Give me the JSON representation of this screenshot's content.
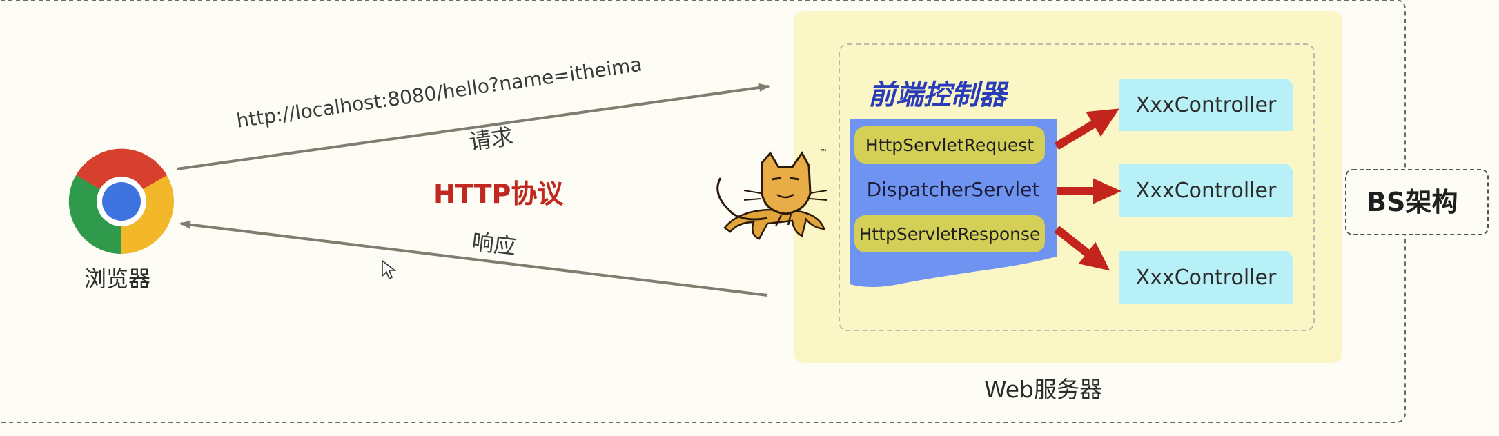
{
  "browser": {
    "label": "浏览器",
    "icon": "chrome-icon"
  },
  "request": {
    "url": "http://localhost:8080/hello?name=itheima",
    "label": "请求"
  },
  "response": {
    "label": "响应"
  },
  "protocol": {
    "label": "HTTP协议",
    "color": "#c0291f"
  },
  "server": {
    "label": "Web服务器",
    "icon": "tomcat-icon",
    "front_controller": {
      "title": "前端控制器",
      "title_color": "#2a3db8",
      "request_label": "HttpServletRequest",
      "dispatcher_label": "DispatcherServlet",
      "response_label": "HttpServletResponse"
    },
    "controllers": [
      {
        "label": "XxxController"
      },
      {
        "label": "XxxController"
      },
      {
        "label": "XxxController"
      }
    ]
  },
  "architecture": {
    "label": "BS架构"
  },
  "colors": {
    "server_bg": "#fbf6c6",
    "dispatcher_blue": "#6f93f0",
    "pill_yellow": "#d3cf57",
    "controller_cyan": "#b8f0f8",
    "fat_arrow_red": "#c3241c",
    "flow_arrow_gray": "#7e7e70"
  }
}
